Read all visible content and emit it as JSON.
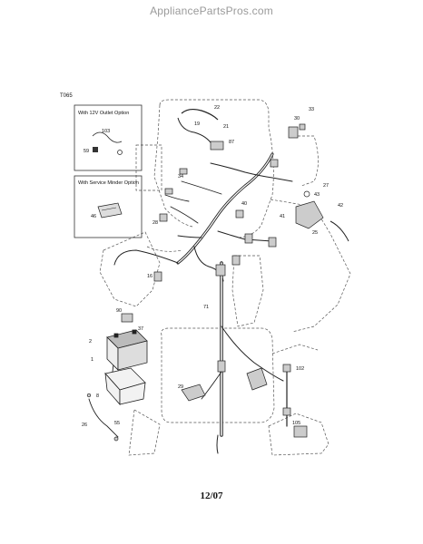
{
  "watermark": "AppliancePartsPros.com",
  "diagram_code": "T065",
  "footer": "12/07",
  "option_boxes": {
    "outlet": "With 12V Outlet Option",
    "service": "With Service Minder Option"
  },
  "callouts": {
    "c22": "22",
    "c21": "21",
    "c19": "19",
    "c30": "30",
    "c33": "33",
    "c87": "87",
    "c34": "34",
    "c27": "27",
    "c43": "43",
    "c41": "41",
    "c42": "42",
    "c25": "25",
    "c40": "40",
    "c28": "28",
    "c16": "16",
    "c71": "71",
    "c90": "90",
    "c37": "37",
    "c2": "2",
    "c1": "1",
    "c8": "8",
    "c29": "29",
    "c102": "102",
    "c105": "105",
    "c55": "55",
    "c26": "26",
    "c103": "103",
    "c59": "59",
    "c46": "46"
  }
}
